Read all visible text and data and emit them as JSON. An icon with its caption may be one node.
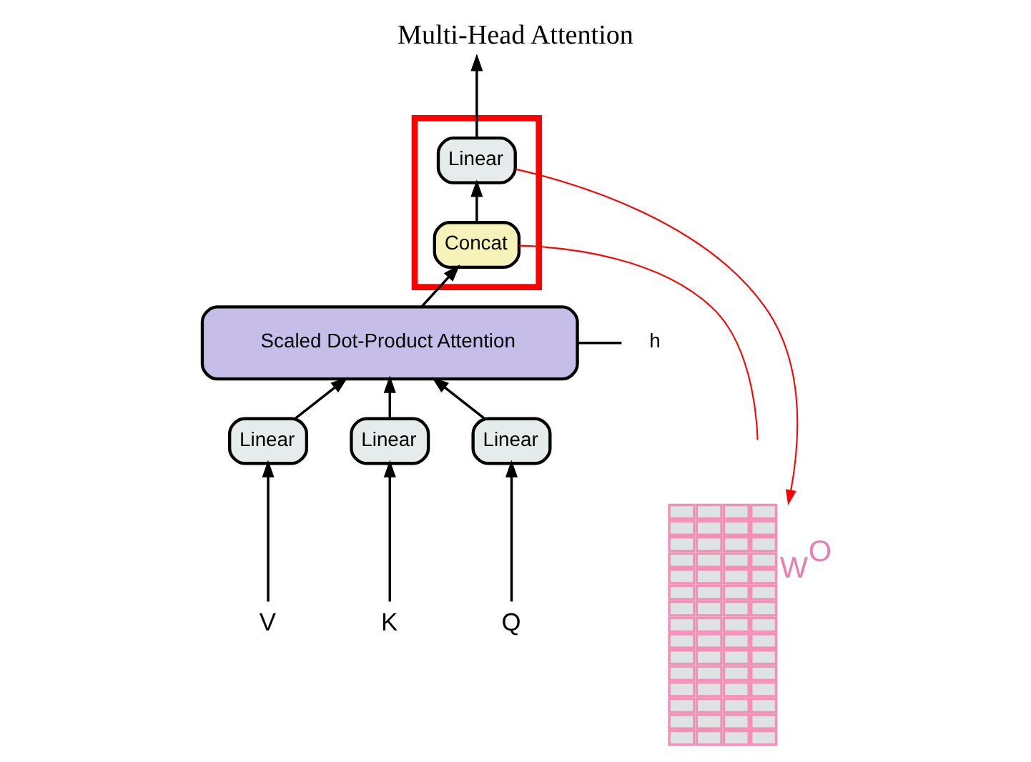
{
  "diagram": {
    "title": "Multi-Head Attention",
    "nodes": [
      {
        "text": [],
        "shape": "box"
      },
      {
        "text": [
          "Linear"
        ],
        "in": 0
      },
      {
        "text": [
          "Concat"
        ],
        "in": 0
      },
      {
        "text": [
          "Scaled Dot-Product Attention"
        ],
        "beside": [
          "h"
        ]
      },
      {
        "text": [
          "Linear"
        ]
      },
      {
        "text": [
          "Linear"
        ]
      },
      {
        "text": [
          "Linear"
        ]
      },
      {
        "text": [
          "V"
        ]
      },
      {
        "text": [
          "K"
        ]
      },
      {
        "text": [
          "Q"
        ]
      },
      {
        "text": [],
        "shape": "box",
        "beside": [
          "W$^{O}$"
        ]
      }
    ],
    "edges": [
      {
        "from": 7,
        "to": 4,
        "arrow": "to"
      },
      {
        "from": 8,
        "to": 5,
        "arrow": "to"
      },
      {
        "from": 9,
        "to": 6,
        "arrow": "to"
      },
      {
        "from": 4,
        "to": 3,
        "arrow": "to"
      },
      {
        "from": 5,
        "to": 3,
        "arrow": "to"
      },
      {
        "from": 6,
        "to": 3,
        "arrow": "to"
      },
      {
        "from": 3,
        "to": 2,
        "arrow": "to"
      },
      {
        "from": 2,
        "to": 1,
        "arrow": "to"
      },
      {
        "from": 1,
        "to": null,
        "arrow": "to"
      },
      {
        "from": null,
        "to": 2,
        "arrow": "none",
        "color": "#ff0000"
      },
      {
        "from": 1,
        "to": 10,
        "arrow": "to",
        "color": "#ff0000"
      }
    ]
  }
}
